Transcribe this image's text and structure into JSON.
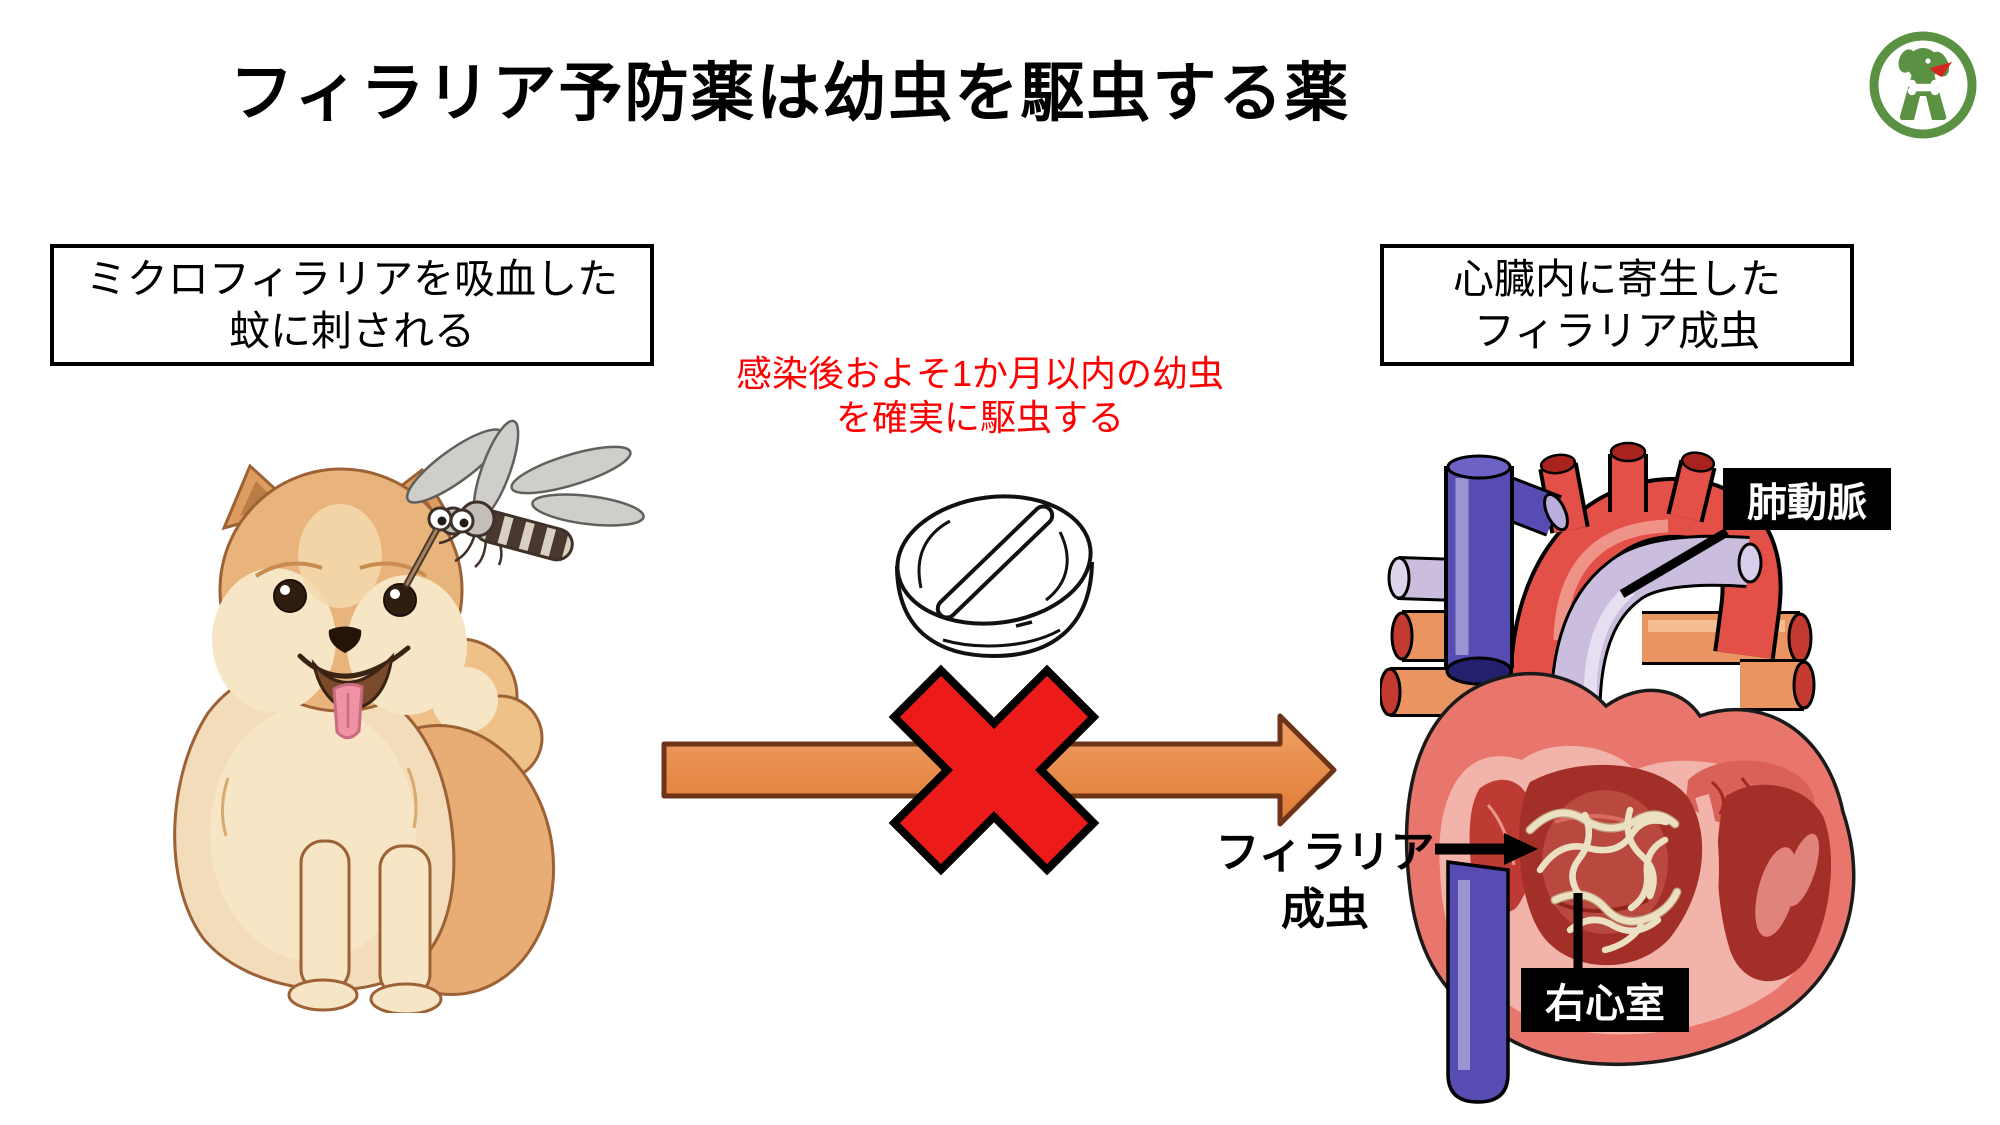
{
  "slide": {
    "background": "#ffffff",
    "title": "フィラリア予防薬は幼虫を駆虫する薬"
  },
  "logo": {
    "name": "dog-in-circle-logo",
    "ring_color": "#5B9143",
    "dog_color": "#5B9143",
    "tongue_color": "#D3281C",
    "bone_color": "#ffffff"
  },
  "left_caption_box": {
    "line1": "ミクロフィラリアを吸血した",
    "line2": "蚊に刺される"
  },
  "right_caption_box": {
    "line1": "心臓内に寄生した",
    "line2": "フィラリア成虫"
  },
  "center_note": {
    "line1": "感染後およそ1か月以内の幼虫",
    "line2": "を確実に駆虫する",
    "color": "#FE0000"
  },
  "heart_labels": {
    "pulmonary_artery": "肺動脈",
    "right_ventricle": "右心室",
    "filaria_line1": "フィラリア",
    "filaria_line2": "成虫"
  },
  "illustrations": {
    "dog": "pomeranian-dog",
    "mosquito": "mosquito",
    "pill": "scored-tablet",
    "heart": "heart-cross-section-with-worms",
    "arrow_color": "#E8843F",
    "arrow_border": "#6E3417",
    "cross_color": "#ED1A1A",
    "worm_color": "#ECE0C2"
  }
}
